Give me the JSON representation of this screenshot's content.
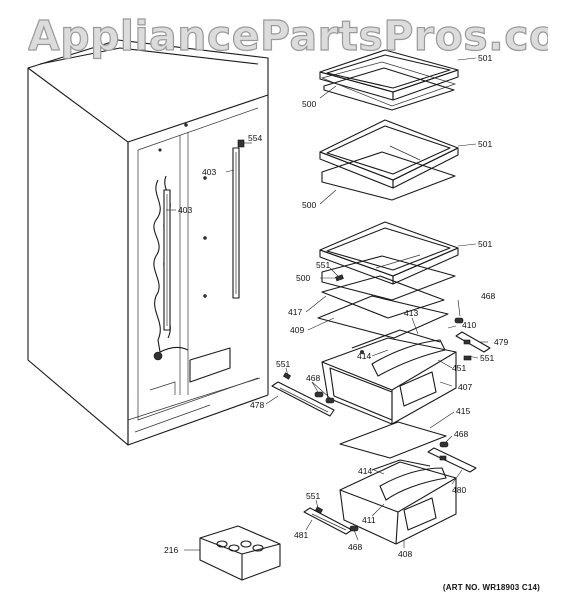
{
  "watermark": "AppliancePartsPros.com",
  "art_number": "(ART NO. WR18903 C14)",
  "callouts": [
    {
      "id": "c501a",
      "label": "501"
    },
    {
      "id": "c500a",
      "label": "500"
    },
    {
      "id": "c554",
      "label": "554"
    },
    {
      "id": "c403a",
      "label": "403"
    },
    {
      "id": "c403b",
      "label": "403"
    },
    {
      "id": "c501b",
      "label": "501"
    },
    {
      "id": "c500b",
      "label": "500"
    },
    {
      "id": "c501c",
      "label": "501"
    },
    {
      "id": "c551a",
      "label": "551"
    },
    {
      "id": "c500c",
      "label": "500"
    },
    {
      "id": "c468a",
      "label": "468"
    },
    {
      "id": "c417",
      "label": "417"
    },
    {
      "id": "c413",
      "label": "413"
    },
    {
      "id": "c410",
      "label": "410"
    },
    {
      "id": "c409",
      "label": "409"
    },
    {
      "id": "c479",
      "label": "479"
    },
    {
      "id": "c414a",
      "label": "414"
    },
    {
      "id": "c551b",
      "label": "551"
    },
    {
      "id": "c451",
      "label": "451"
    },
    {
      "id": "c551c",
      "label": "551"
    },
    {
      "id": "c468b",
      "label": "468"
    },
    {
      "id": "c407",
      "label": "407"
    },
    {
      "id": "c478",
      "label": "478"
    },
    {
      "id": "c415",
      "label": "415"
    },
    {
      "id": "c468c",
      "label": "468"
    },
    {
      "id": "c414b",
      "label": "414"
    },
    {
      "id": "c480",
      "label": "480"
    },
    {
      "id": "c551d",
      "label": "551"
    },
    {
      "id": "c411",
      "label": "411"
    },
    {
      "id": "c481",
      "label": "481"
    },
    {
      "id": "c468d",
      "label": "468"
    },
    {
      "id": "c408",
      "label": "408"
    },
    {
      "id": "c216",
      "label": "216"
    }
  ]
}
